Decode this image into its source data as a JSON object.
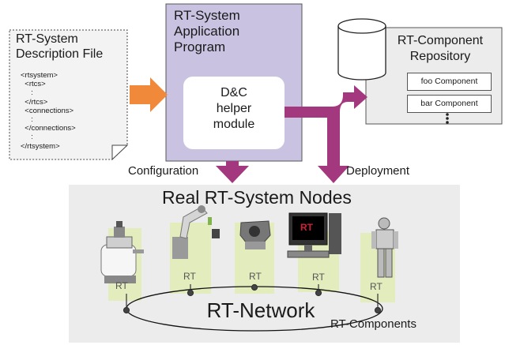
{
  "description_file": {
    "title_line1": "RT-System",
    "title_line2": "Description File",
    "code": "<rtsystem>\n  <rtcs>\n     :\n  </rtcs>\n  <connections>\n     :\n  </connections>\n     :\n</rtsystem>"
  },
  "application": {
    "title_line1": "RT-System",
    "title_line2": "Application",
    "title_line3": "Program",
    "helper_line1": "D&C",
    "helper_line2": "helper",
    "helper_line3": "module"
  },
  "repository": {
    "title_line1": "RT-Component",
    "title_line2": "Repository",
    "components": [
      "foo Component",
      "bar Component"
    ]
  },
  "labels": {
    "configuration": "Configuration",
    "deployment": "Deployment",
    "nodes_title": "Real RT-System Nodes",
    "network": "RT-Network",
    "components": "RT-Components"
  },
  "colors": {
    "arrow_orange": "#f08a3a",
    "arrow_magenta": "#a4387e",
    "app_fill": "#c9c3e1",
    "nodes_bg": "#ececec",
    "node_card": "#e3ecbd"
  }
}
